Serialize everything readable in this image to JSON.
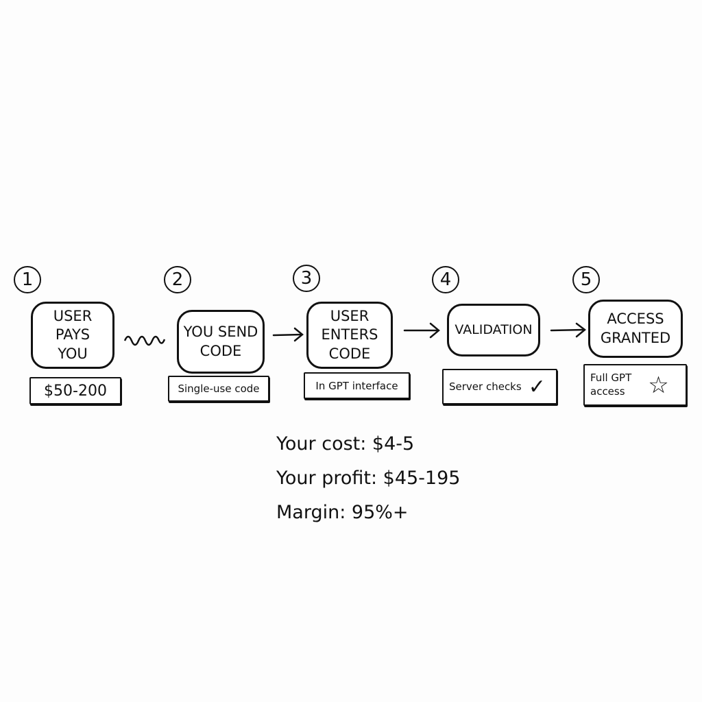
{
  "steps": [
    {
      "number": "1",
      "title": "USER\nPAYS\nYOU",
      "note": "$50-200"
    },
    {
      "number": "2",
      "title": "YOU SEND\nCODE",
      "note": "Single-use code"
    },
    {
      "number": "3",
      "title": "USER\nENTERS\nCODE",
      "note": "In GPT interface"
    },
    {
      "number": "4",
      "title": "VALIDATION",
      "note": "Server checks"
    },
    {
      "number": "5",
      "title": "ACCESS\nGRANTED",
      "note": "Full GPT\naccess"
    }
  ],
  "summary": {
    "cost": "Your cost: $4-5",
    "profit": "Your profit: $45-195",
    "margin": "Margin: 95%+"
  }
}
